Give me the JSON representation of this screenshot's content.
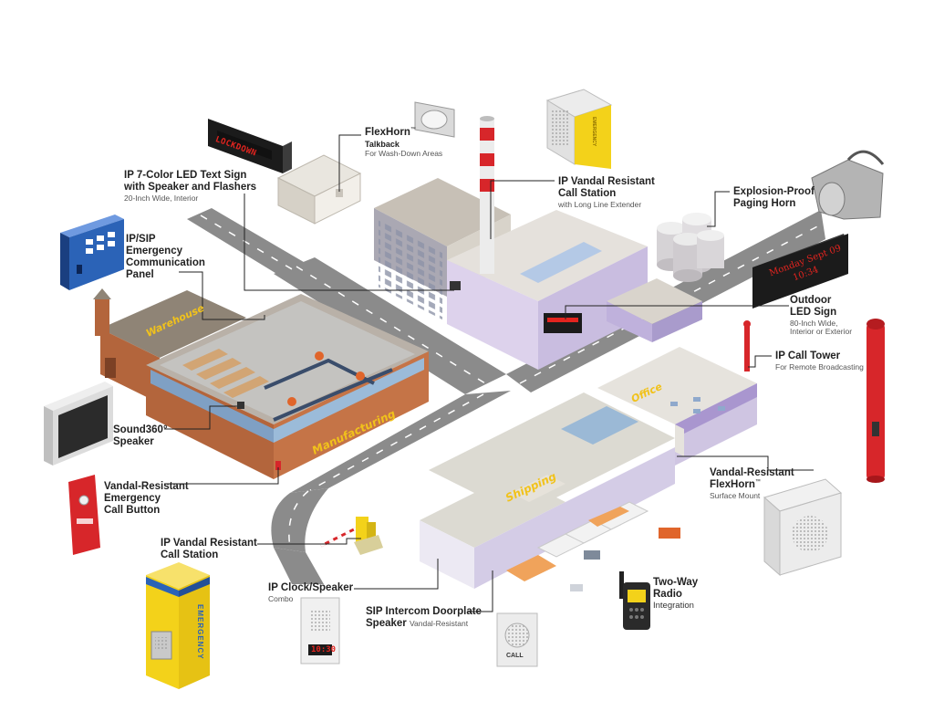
{
  "building_labels": {
    "warehouse": "Warehouse",
    "manufacturing": "Manufacturing",
    "shipping": "Shipping",
    "office": "Office"
  },
  "device_screens": {
    "text_sign": "LOCKDOWN",
    "outdoor_sign_line1": "Monday Sept 09",
    "outdoor_sign_line2": "10:34",
    "clock": "10:30",
    "intercom": "CALL",
    "call_station_vertical": "EMERGENCY",
    "call_station_small": "EMERGENCY"
  },
  "callouts": {
    "flexhorn_talkback": {
      "title": "FlexHorn",
      "tm": "™",
      "title2": "Talkback",
      "sub": "For Wash-Down Areas"
    },
    "text_sign": {
      "title": "IP 7-Color LED Text Sign\nwith Speaker and Flashers",
      "sub": "20-Inch Wide, Interior"
    },
    "call_station_top": {
      "title": "IP Vandal Resistant\nCall Station",
      "sub": "with Long Line Extender"
    },
    "explosion_horn": {
      "title": "Explosion-Proof\nPaging Horn"
    },
    "emergency_panel": {
      "title": "IP/SIP\nEmergency\nCommunication\nPanel"
    },
    "outdoor_sign": {
      "title": "Outdoor\nLED Sign",
      "sub": "80-Inch Wide,\nInterior or Exterior"
    },
    "call_tower": {
      "title": "IP Call Tower",
      "sub": "For Remote Broadcasting"
    },
    "sound360": {
      "title": "Sound360°\nSpeaker"
    },
    "call_button": {
      "title": "Vandal-Resistant\nEmergency\nCall Button"
    },
    "flexhorn_surface": {
      "title": "Vandal-Resistant\nFlexHorn",
      "tm": "™",
      "sub": "Surface Mount"
    },
    "call_station_bottom": {
      "title": "IP Vandal Resistant\nCall Station"
    },
    "clock_speaker": {
      "title": "IP Clock/Speaker",
      "sub": "Combo"
    },
    "doorplate": {
      "title": "SIP Intercom Doorplate\nSpeaker",
      "sub": "Vandal-Resistant"
    },
    "radio": {
      "title": "Two-Way\nRadio",
      "sub": "Integration"
    }
  },
  "colors": {
    "road": "#8b8b8b",
    "road_line": "#ffffff",
    "brick": "#b3653c",
    "roof": "#cfc8c0",
    "purple_wall": "#b6a9d3",
    "red": "#d7262a",
    "yellow": "#f3d21a",
    "blue": "#2b63b7",
    "sign_bg": "#1b1b1b",
    "sign_text": "#e3241f",
    "label_yellow": "#f1c21b"
  }
}
